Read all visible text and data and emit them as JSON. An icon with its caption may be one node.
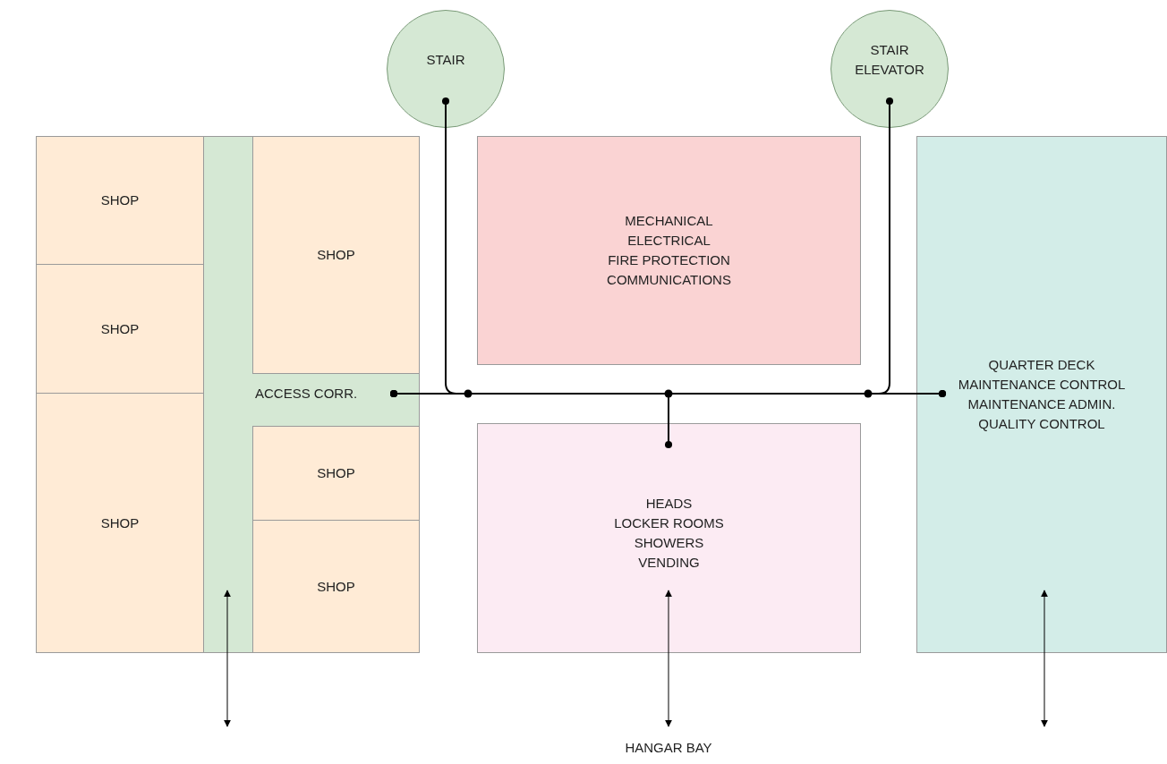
{
  "diagram": {
    "nodes": [
      {
        "text": [
          "STAIR"
        ]
      },
      {
        "text": [
          "STAIR ELEVATOR"
        ]
      },
      {
        "text": [
          "SHOP"
        ]
      },
      {
        "text": [
          "SHOP"
        ]
      },
      {
        "text": [
          "SHOP"
        ]
      },
      {
        "text": [
          "ACCESS CORR."
        ]
      },
      {
        "text": [
          "SHOP"
        ]
      },
      {
        "text": [
          "SHOP"
        ]
      },
      {
        "text": [
          "SHOP"
        ]
      },
      {
        "text": [
          "MECHANICAL ELECTRICAL FIRE PROTECTION COMMUNICATIONS"
        ]
      },
      {
        "text": [
          "HEADS LOCKER ROOMS SHOWERS VENDING"
        ]
      },
      {
        "text": [
          "QUARTER DECK MAINTENANCE CONTROL MAINTENANCE ADMIN. QUALITY CONTROL"
        ]
      },
      {
        "text": [
          "HANGAR BAY"
        ]
      }
    ],
    "edges": [
      {
        "from": 5,
        "to": 11,
        "arrow": "other"
      },
      {
        "from": 0,
        "to": 5,
        "arrow": "other"
      },
      {
        "from": 1,
        "to": 11,
        "arrow": "other"
      },
      {
        "from": 10,
        "to": 5,
        "arrow": "other"
      },
      {
        "from": 5,
        "to": null,
        "arrow": "both"
      },
      {
        "from": 10,
        "to": 12,
        "arrow": "both"
      },
      {
        "from": 11,
        "to": null,
        "arrow": "both"
      }
    ]
  }
}
